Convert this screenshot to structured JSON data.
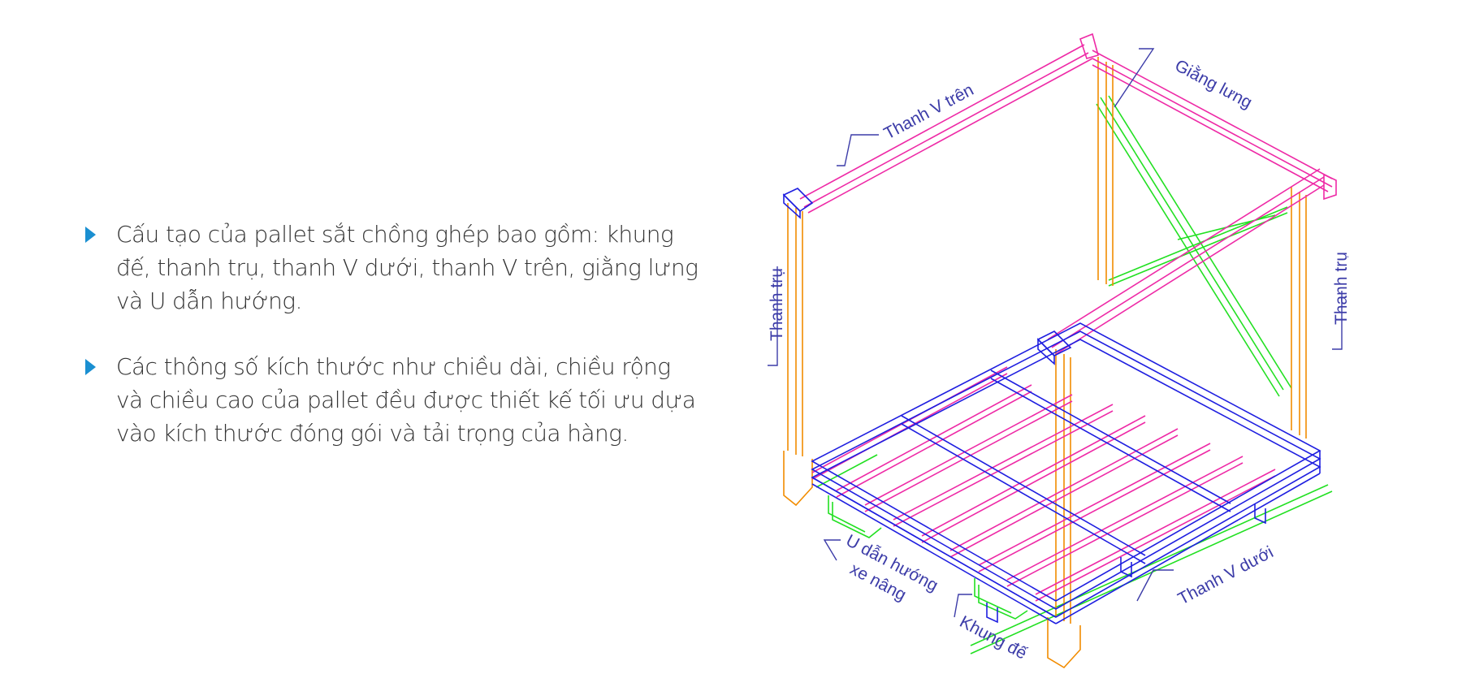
{
  "bullets": [
    "Cấu tạo của pallet sắt chồng ghép bao gồm: khung đế, thanh trụ, thanh V dưới, thanh V trên, giằng lưng và U dẫn hướng.",
    "Các thông số kích thước như chiều dài, chiều rộng và chiều cao của pallet đều được thiết kế tối ưu dựa vào kích thước đóng gói và tải trọng của hàng."
  ],
  "labels": {
    "thanh_v_tren": "Thanh V trên",
    "giang_lung": "Giằng lưng",
    "thanh_tru_left": "Thanh trụ",
    "thanh_tru_right": "Thanh trụ",
    "u_dan_huong_1": "U dẫn hướng",
    "u_dan_huong_2": "xe nâng",
    "khung_de": "Khung đế",
    "thanh_v_duoi": "Thanh V dưới"
  },
  "colors": {
    "bullet_marker": "#1a8fd1",
    "text": "#333333",
    "label": "#3c3ca8",
    "frame_blue": "#1f1fe0",
    "post_orange": "#f28c00",
    "beam_magenta": "#ee2aa6",
    "brace_green": "#22e022"
  }
}
